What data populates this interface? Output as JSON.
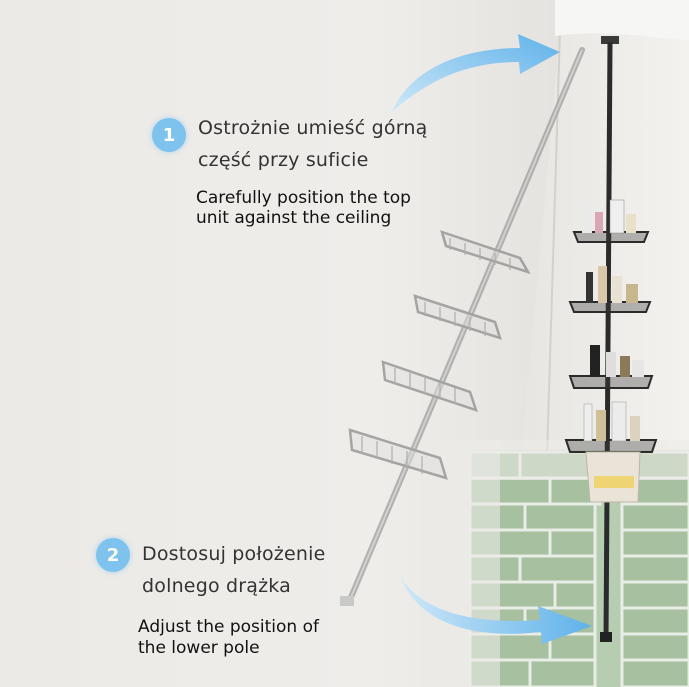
{
  "step1": {
    "number": "1",
    "polish_line1": "Ostrożnie umieść górną",
    "polish_line2": "część przy suficie",
    "english_line1": "Carefully position the top",
    "english_line2": "unit against the ceiling"
  },
  "step2": {
    "number": "2",
    "polish_line1": "Dostosuj położenie",
    "polish_line2": "dolnego drążka",
    "english_line1": "Adjust the position of",
    "english_line2": "the lower pole"
  },
  "colors": {
    "accent_blue": "#7ec3ee",
    "tile_green": "#a9c2a3",
    "pole_dark": "#2b2b2b"
  },
  "icons": [
    "curved-arrow-icon",
    "shelf-basket-icon"
  ]
}
